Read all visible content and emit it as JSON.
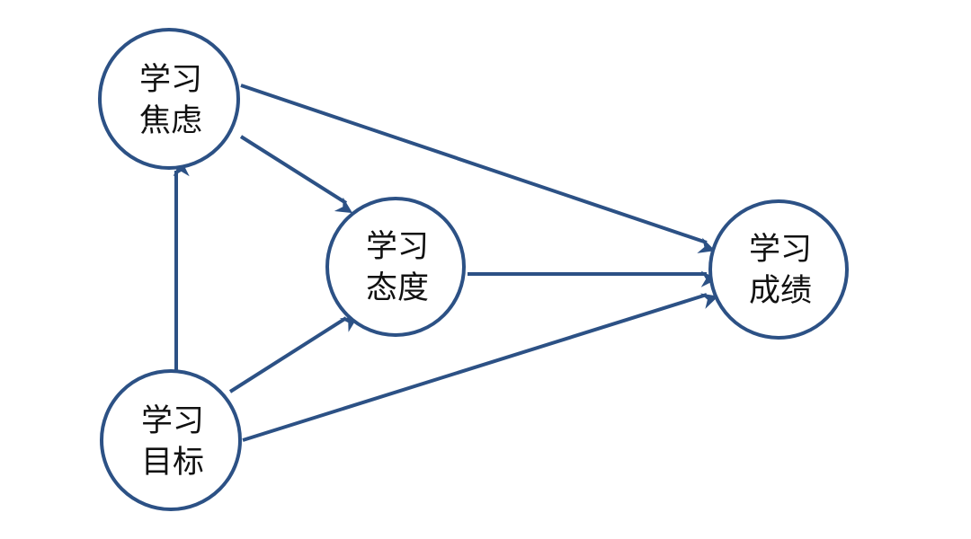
{
  "diagram": {
    "color": "#2c5185",
    "nodes": [
      {
        "id": "anxiety",
        "line1": "学习",
        "line2": "焦虑"
      },
      {
        "id": "attitude",
        "line1": "学习",
        "line2": "态度"
      },
      {
        "id": "performance",
        "line1": "学习",
        "line2": "成绩"
      },
      {
        "id": "goal",
        "line1": "学习",
        "line2": "目标"
      }
    ],
    "edges": [
      {
        "from": "anxiety",
        "to": "performance"
      },
      {
        "from": "anxiety",
        "to": "attitude"
      },
      {
        "from": "attitude",
        "to": "performance"
      },
      {
        "from": "goal",
        "to": "anxiety"
      },
      {
        "from": "goal",
        "to": "attitude"
      },
      {
        "from": "goal",
        "to": "performance"
      }
    ]
  }
}
